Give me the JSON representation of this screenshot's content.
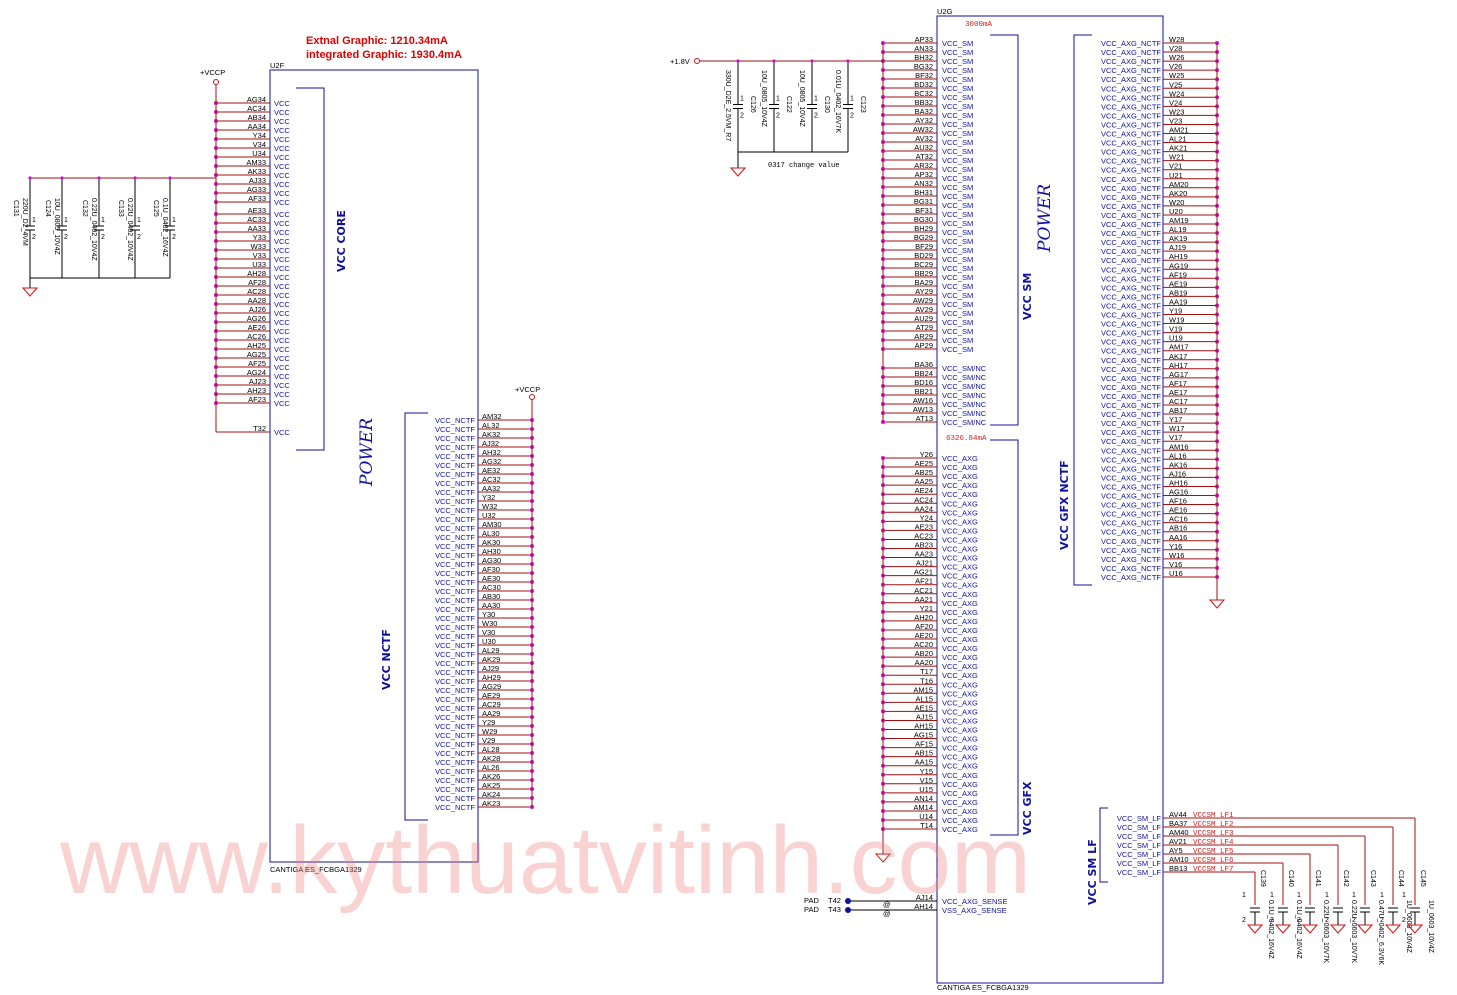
{
  "title_notes": {
    "line1": "Extnal Graphic: 1210.34mA",
    "line2": "integrated Graphic: 1930.4mA"
  },
  "u2f": {
    "ref": "U2F",
    "footprint": "CANTIGA ES_FCBGA1329",
    "power_label": "POWER",
    "core_block": "VCC CORE",
    "nctf_block": "VCC NCTF",
    "vccp_left": "+VCCP",
    "vccp_right": "+VCCP",
    "core_pins": [
      "AG34",
      "AC34",
      "AB34",
      "AA34",
      "Y34",
      "V34",
      "U34",
      "AM33",
      "AK33",
      "AJ33",
      "AG33",
      "AF33",
      "AE33",
      "AC33",
      "AA33",
      "Y33",
      "W33",
      "V33",
      "U33",
      "AH28",
      "AF28",
      "AC28",
      "AA28",
      "AJ26",
      "AG26",
      "AE26",
      "AC26",
      "AH25",
      "AG25",
      "AF25",
      "AG24",
      "AJ23",
      "AH23",
      "AF23",
      "T32"
    ],
    "core_signal": "VCC",
    "nctf_pins": [
      "AM32",
      "AL32",
      "AK32",
      "AJ32",
      "AH32",
      "AG32",
      "AE32",
      "AC32",
      "AA32",
      "Y32",
      "W32",
      "U32",
      "AM30",
      "AL30",
      "AK30",
      "AH30",
      "AG30",
      "AF30",
      "AE30",
      "AC30",
      "AB30",
      "AA30",
      "Y30",
      "W30",
      "V30",
      "U30",
      "AL29",
      "AK29",
      "AJ29",
      "AH29",
      "AG29",
      "AE29",
      "AC29",
      "AA29",
      "Y29",
      "W29",
      "V29",
      "AL28",
      "AK28",
      "AL26",
      "AK26",
      "AK25",
      "AK24",
      "AK23"
    ],
    "nctf_signal": "VCC_NCTF",
    "caps": [
      {
        "ref": "C131",
        "value": "220U_D2_4VM",
        "num": "1",
        "num2": "2"
      },
      {
        "ref": "C124",
        "value": "10U_0805_10V4Z",
        "num": "1",
        "num2": "2"
      },
      {
        "ref": "C132",
        "value": "0.22U_0402_10V4Z",
        "num": "1",
        "num2": "2"
      },
      {
        "ref": "C133",
        "value": "0.22U_0402_10V4Z",
        "num": "1",
        "num2": "2"
      },
      {
        "ref": "C125",
        "value": "0.1U_0402_16V4Z",
        "num": "1",
        "num2": "2"
      }
    ]
  },
  "u2g": {
    "ref": "U2G",
    "footprint": "CANTIGA ES_FCBGA1329",
    "power_label": "POWER",
    "current_sm": "3000mA",
    "current_axg": "6326.84mA",
    "rail_18": "+1.8V",
    "change_note": "0317 change value",
    "sm_block": "VCC SM",
    "gfx_block": "VCC GFX",
    "gfx_nctf_block": "VCC GFX NCTF",
    "sm_lf_block": "VCC SM LF",
    "sm_pins": [
      "AP33",
      "AN33",
      "BH32",
      "BG32",
      "BF32",
      "BD32",
      "BC32",
      "BB32",
      "BA32",
      "AY32",
      "AW32",
      "AV32",
      "AU32",
      "AT32",
      "AR32",
      "AP32",
      "AN32",
      "BH31",
      "BG31",
      "BF31",
      "BG30",
      "BH29",
      "BG29",
      "BF29",
      "BD29",
      "BC29",
      "BB29",
      "BA29",
      "AY29",
      "AW29",
      "AV29",
      "AU29",
      "AT29",
      "AR29",
      "AP29"
    ],
    "sm_signal": "VCC_SM",
    "sm_nc_pins": [
      "BA36",
      "BB24",
      "BD16",
      "BB21",
      "AW16",
      "AW13",
      "AT13"
    ],
    "sm_nc_signal": "VCC_SM/NC",
    "axg_pins": [
      "Y26",
      "AE25",
      "AB25",
      "AA25",
      "AE24",
      "AC24",
      "AA24",
      "Y24",
      "AE23",
      "AC23",
      "AB23",
      "AA23",
      "AJ21",
      "AG21",
      "AF21",
      "AC21",
      "AA21",
      "Y21",
      "AH20",
      "AF20",
      "AE20",
      "AC20",
      "AB20",
      "AA20",
      "T17",
      "T16",
      "AM15",
      "AL15",
      "AE15",
      "AJ15",
      "AH15",
      "AG15",
      "AF15",
      "AB15",
      "AA15",
      "Y15",
      "V15",
      "U15",
      "AN14",
      "AM14",
      "U14",
      "T14"
    ],
    "axg_signal": "VCC_AXG",
    "axg_nctf_pins": [
      "W28",
      "V28",
      "W26",
      "V26",
      "W25",
      "V25",
      "W24",
      "V24",
      "W23",
      "V23",
      "AM21",
      "AL21",
      "AK21",
      "W21",
      "V21",
      "U21",
      "AM20",
      "AK20",
      "W20",
      "U20",
      "AM19",
      "AL19",
      "AK19",
      "AJ19",
      "AH19",
      "AG19",
      "AF19",
      "AE19",
      "AB19",
      "AA19",
      "Y19",
      "W19",
      "V19",
      "U19",
      "AM17",
      "AK17",
      "AH17",
      "AG17",
      "AF17",
      "AE17",
      "AC17",
      "AB17",
      "Y17",
      "W17",
      "V17",
      "AM16",
      "AL16",
      "AK16",
      "AJ16",
      "AH16",
      "AG16",
      "AF16",
      "AE16",
      "AC16",
      "AB16",
      "AA16",
      "Y16",
      "W16",
      "V16",
      "U16"
    ],
    "axg_nctf_signal": "VCC_AXG_NCTF",
    "lf_pins": [
      "AV44",
      "BA37",
      "AM40",
      "AV21",
      "AY5",
      "AM10",
      "BB13"
    ],
    "lf_signal": "VCC_SM_LF",
    "lf_nets": [
      "VCCSM_LF1",
      "VCCSM_LF2",
      "VCCSM_LF3",
      "VCCSM_LF4",
      "VCCSM_LF5",
      "VCCSM_LF6",
      "VCCSM_LF7"
    ],
    "sense_pins": [
      "AJ14",
      "AH14"
    ],
    "sense_signals": [
      "VCC_AXG_SENSE",
      "VSS_AXG_SENSE"
    ],
    "pads": [
      {
        "label": "PAD",
        "tp": "T42"
      },
      {
        "label": "PAD",
        "tp": "T43"
      }
    ],
    "at_marks": [
      "@",
      "@"
    ],
    "caps_18": [
      {
        "ref": "C126",
        "value": "330U_D2E_2.5VM_R7",
        "num": "1",
        "num2": "2"
      },
      {
        "ref": "C122",
        "value": "10U_0805_10V4Z",
        "num": "1",
        "num2": "2"
      },
      {
        "ref": "C130",
        "value": "10U_0805_10V4Z",
        "num": "1",
        "num2": "2"
      },
      {
        "ref": "C123",
        "value": "0.01U_0402_16V7K",
        "num": "1",
        "num2": "2"
      }
    ],
    "caps_lf": [
      {
        "ref": "C139",
        "value": "0.1U_0402_16V4Z",
        "num": "1",
        "num2": "2"
      },
      {
        "ref": "C140",
        "value": "0.1U_0402_16V4Z",
        "num": "1",
        "num2": "2"
      },
      {
        "ref": "C141",
        "value": "0.22U_0603_10V7K",
        "num": "1",
        "num2": "2"
      },
      {
        "ref": "C142",
        "value": "0.22U_0603_10V7K",
        "num": "1",
        "num2": "2"
      },
      {
        "ref": "C143",
        "value": "0.47U_0402_6.3V6K",
        "num": "1",
        "num2": "2"
      },
      {
        "ref": "C144",
        "value": "1U_0603_10V4Z",
        "num": "1",
        "num2": "2"
      },
      {
        "ref": "C145",
        "value": "1U_0603_10V4Z",
        "num": "1",
        "num2": "2"
      }
    ]
  },
  "watermark": "www.kythuatvitinh.com",
  "colors": {
    "wire": "#a01010",
    "symbol": "#1010a0",
    "junction": "#d010d0",
    "note": "#e00000"
  }
}
